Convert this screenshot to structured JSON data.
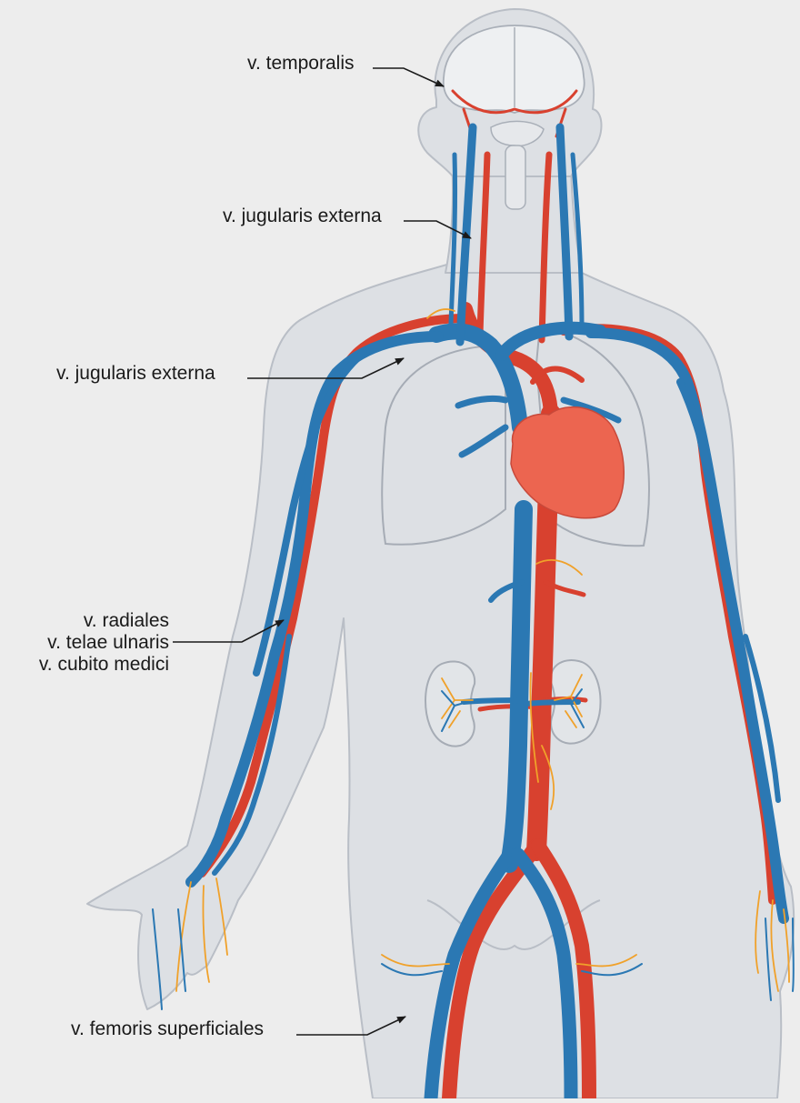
{
  "labels": {
    "temporalis": "v. temporalis",
    "jugularis_externa_upper": "v. jugularis externa",
    "jugularis_externa_lower": "v. jugularis externa",
    "arm_group": [
      "v. radiales",
      "v. telae ulnaris",
      "v. cubito medici"
    ],
    "femoris": "v. femoris superficiales"
  },
  "colors": {
    "background": "#ededed",
    "body_fill": "#dde0e4",
    "body_outline": "#b9bec6",
    "vein": "#2b78b3",
    "artery": "#d8412f",
    "heart": "#ec6550",
    "nerve": "#f0a12a",
    "leader": "#1a1a1a"
  }
}
